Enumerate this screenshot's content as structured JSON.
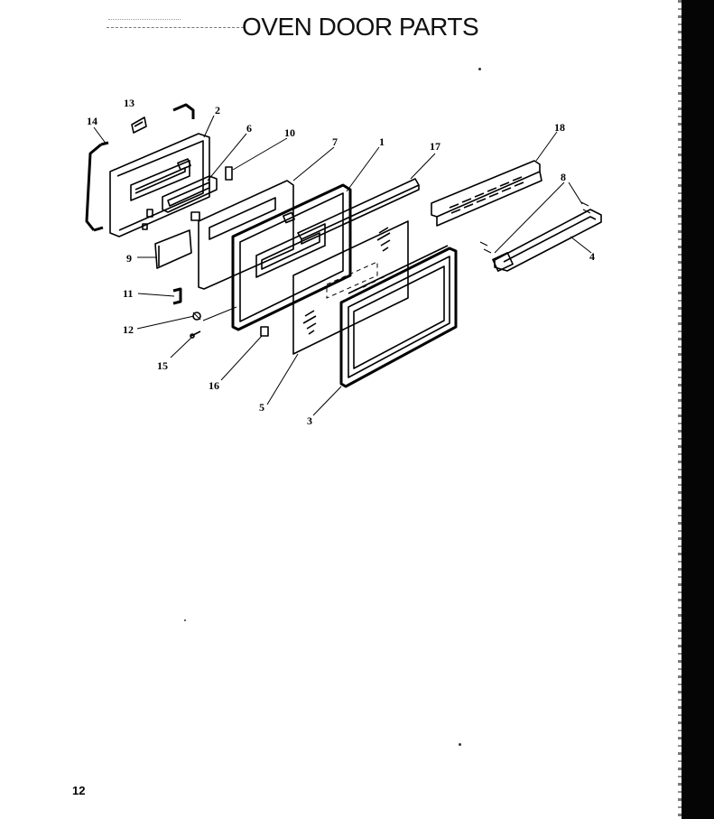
{
  "page": {
    "title": "OVEN DOOR PARTS",
    "page_number": "12"
  },
  "callouts": [
    "1",
    "2",
    "3",
    "4",
    "5",
    "6",
    "7",
    "8",
    "9",
    "10",
    "11",
    "12",
    "13",
    "14",
    "15",
    "16",
    "17",
    "18"
  ]
}
